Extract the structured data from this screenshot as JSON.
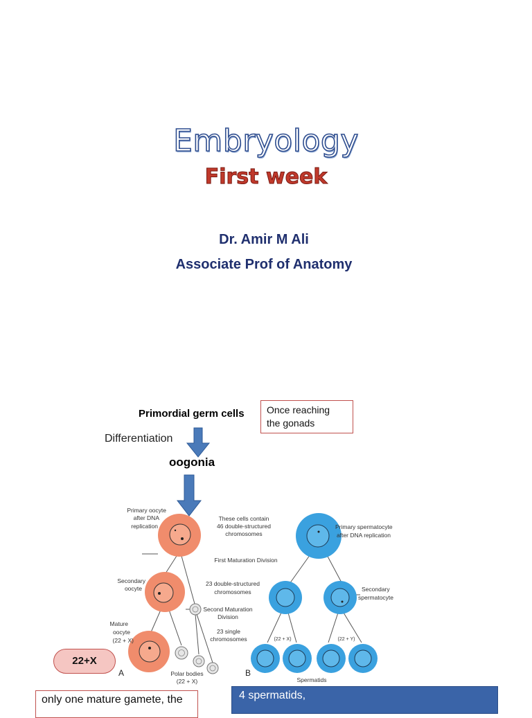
{
  "title": {
    "main": "Embryology",
    "sub": "First week"
  },
  "author": {
    "name": "Dr. Amir M Ali",
    "position": "Associate Prof of Anatomy"
  },
  "flow": {
    "primordial": "Primordial germ cells",
    "note": [
      "Once reaching",
      "the gonads"
    ],
    "differentiation": "Differentiation",
    "oogonia": "oogonia"
  },
  "diagram": {
    "primary_oocyte": [
      "Primary oocyte",
      "after DNA",
      "replication"
    ],
    "center_top": [
      "These cells contain",
      "46 double-structured",
      "chromosomes"
    ],
    "primary_spermatocyte": [
      "Primary spermatocyte",
      "after DNA replication"
    ],
    "first_division": "First Maturation Division",
    "secondary_oocyte": [
      "Secondary",
      "oocyte"
    ],
    "center_mid": [
      "23 double-structured",
      "chromosomes"
    ],
    "secondary_spermatocyte": [
      "Secondary",
      "spermatocyte"
    ],
    "second_division": [
      "Second Maturation",
      "Division"
    ],
    "mature_oocyte": [
      "Mature",
      "oocyte",
      "(22 + X)"
    ],
    "center_bottom": [
      "23 single",
      "chromosomes"
    ],
    "sperm_x": "(22 + X)",
    "sperm_y": "(22 + Y)",
    "panel_a": "A",
    "panel_b": "B",
    "polar_bodies": [
      "Polar bodies",
      "(22 + X)"
    ],
    "spermatids": "Spermatids",
    "colors": {
      "oocyte": "#f08c6c",
      "sperm": "#3aa1df",
      "arrow": "#4a7ab9"
    }
  },
  "callouts": {
    "pill": "22+X",
    "female_note": "only one mature gamete, the",
    "male_note": "4 spermatids,"
  }
}
